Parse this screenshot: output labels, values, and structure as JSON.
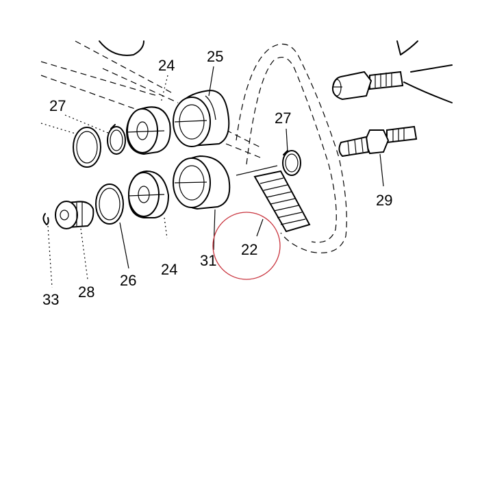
{
  "callouts": [
    {
      "id": "c27a",
      "text": "27"
    },
    {
      "id": "c24a",
      "text": "24"
    },
    {
      "id": "c25",
      "text": "25"
    },
    {
      "id": "c27b",
      "text": "27"
    },
    {
      "id": "c29",
      "text": "29"
    },
    {
      "id": "c22",
      "text": "22"
    },
    {
      "id": "c31",
      "text": "31"
    },
    {
      "id": "c24b",
      "text": "24"
    },
    {
      "id": "c26",
      "text": "26"
    },
    {
      "id": "c28",
      "text": "28"
    },
    {
      "id": "c33",
      "text": "33"
    }
  ],
  "highlight": {
    "target": "22",
    "color": "#c8323c"
  }
}
